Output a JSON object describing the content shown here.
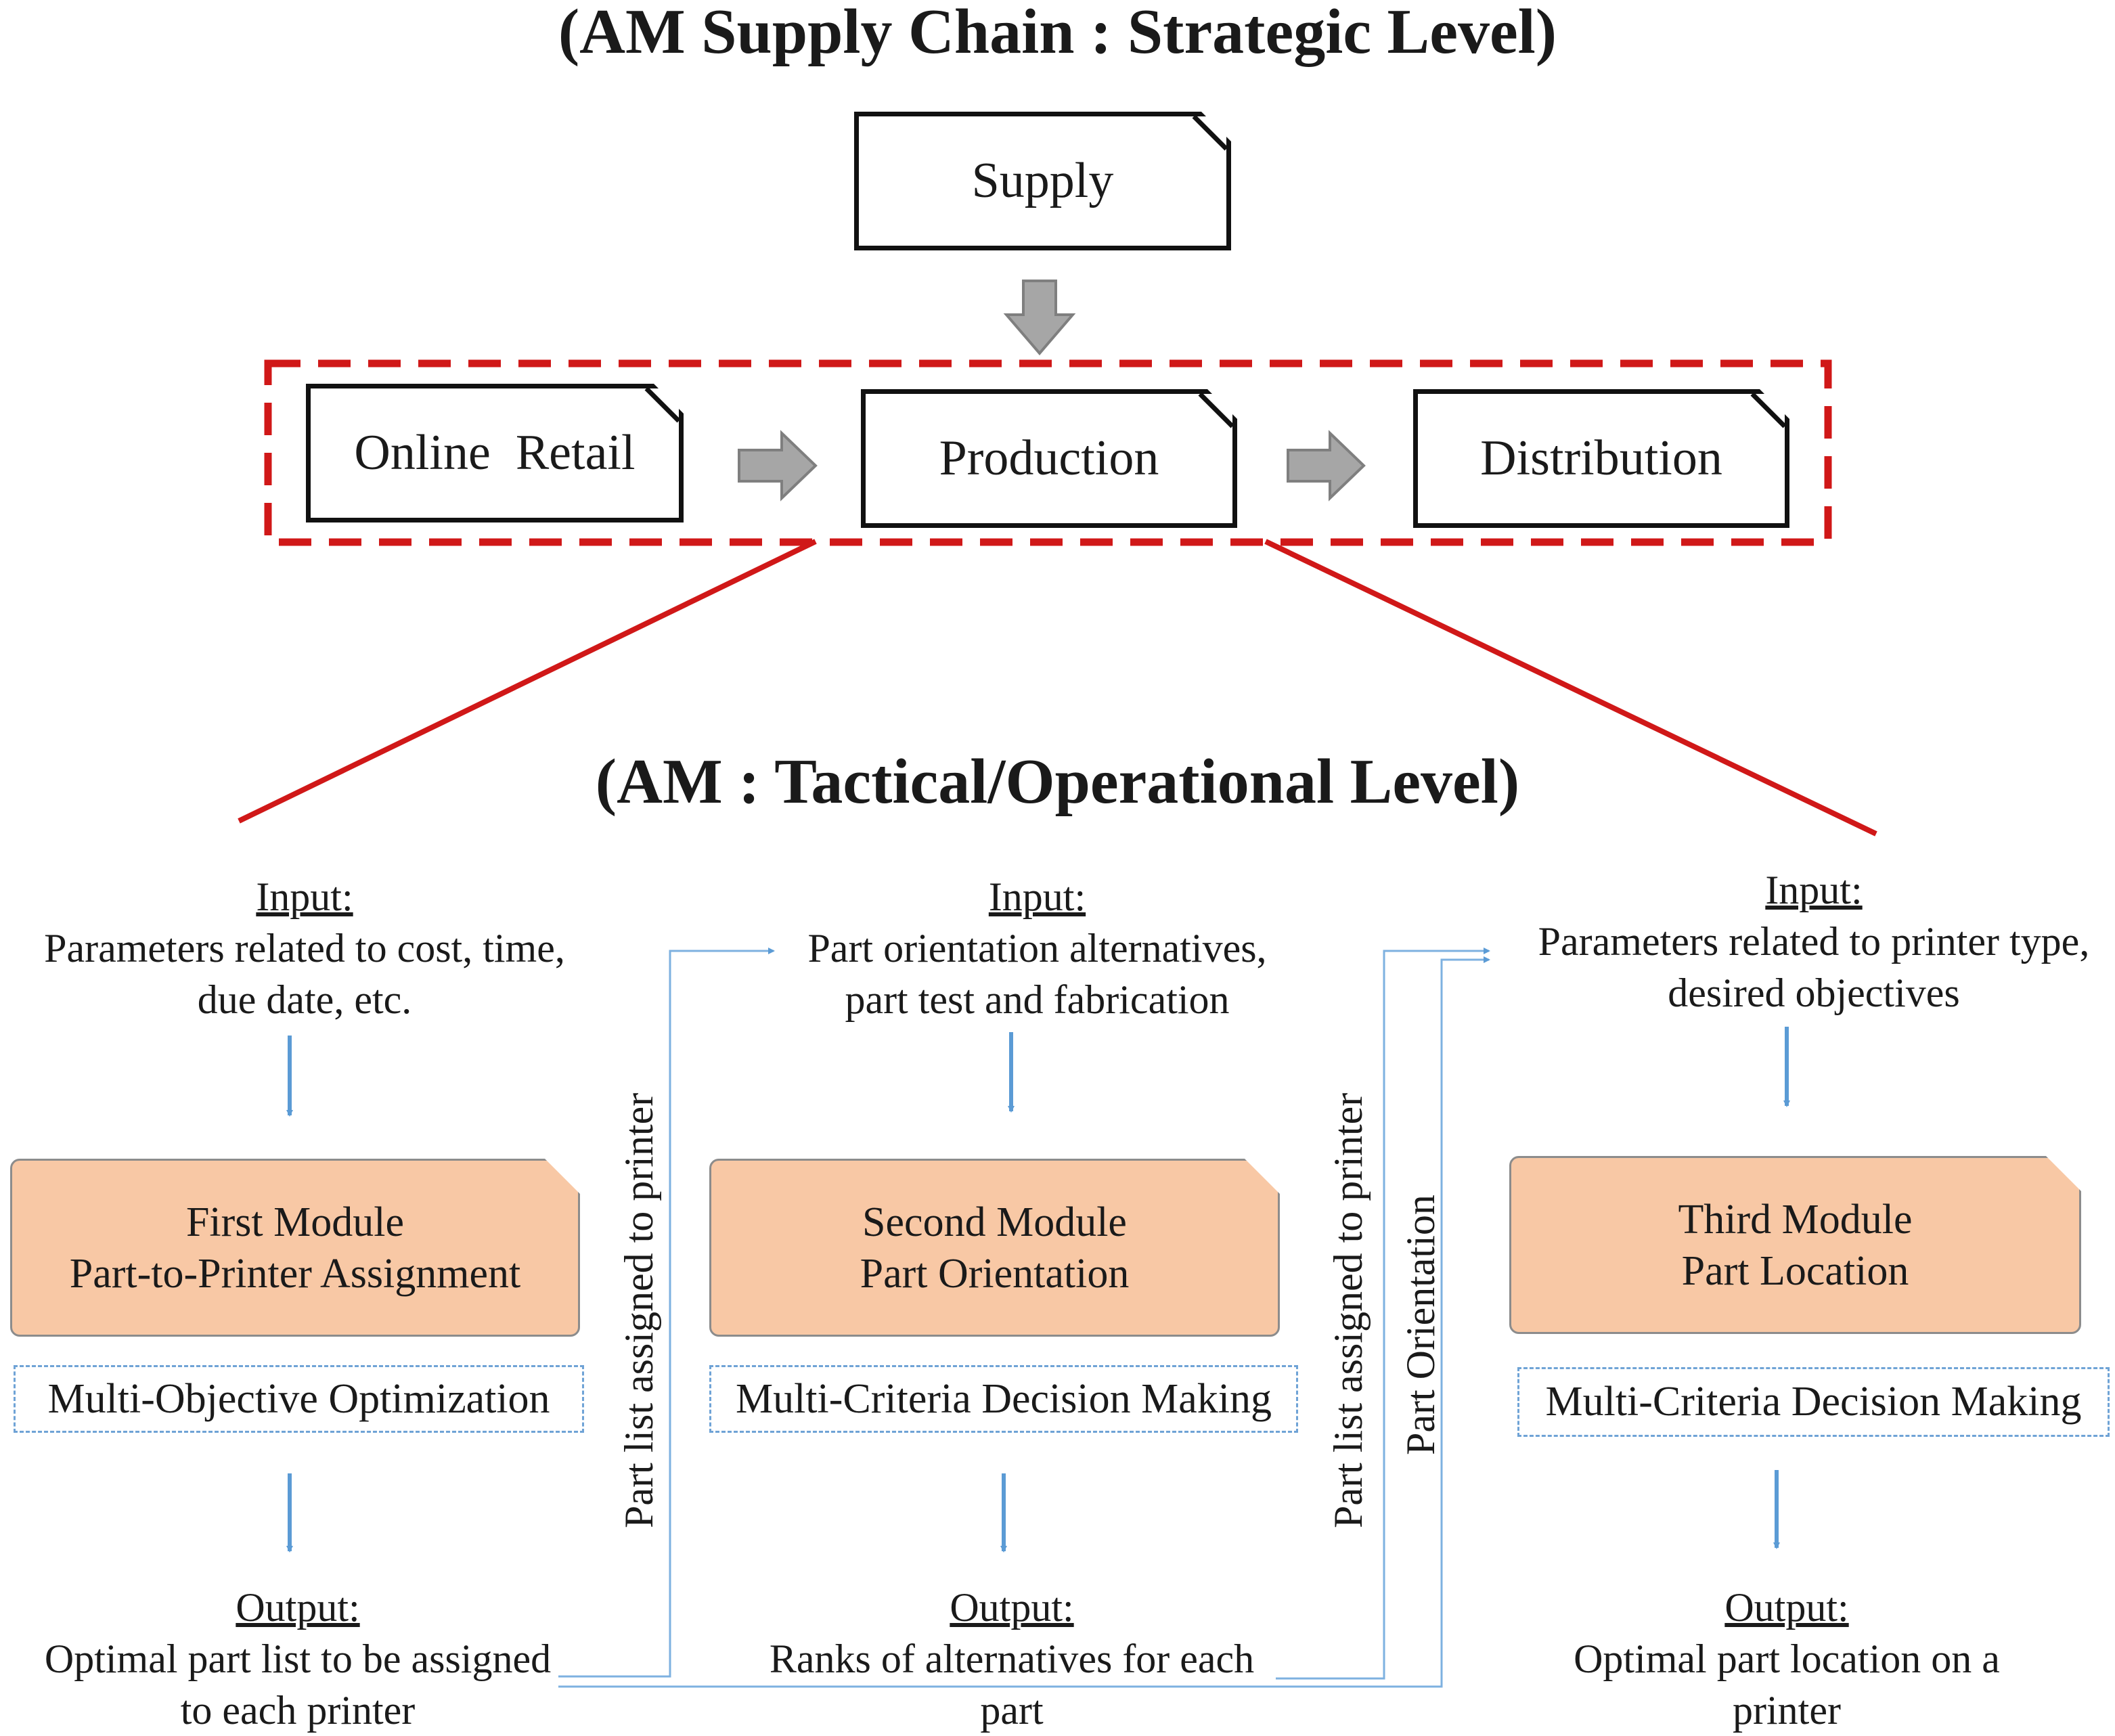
{
  "titles": {
    "strategic": "(AM Supply Chain : Strategic Level)",
    "tactical": "(AM : Tactical/Operational Level)"
  },
  "strategic_boxes": {
    "supply": "Supply",
    "online_retail": "Online  Retail",
    "production": "Production",
    "distribution": "Distribution"
  },
  "modules": [
    {
      "input_label": "Input:",
      "input_text": "Parameters related to cost, time, due date, etc.",
      "name": "First Module",
      "subtitle": "Part-to-Printer Assignment",
      "method": "Multi-Objective Optimization",
      "output_label": "Output:",
      "output_text": "Optimal part list to be assigned to each printer"
    },
    {
      "input_label": "Input:",
      "input_text": "Part orientation alternatives, part test and fabrication",
      "name": "Second Module",
      "subtitle": "Part Orientation",
      "method": "Multi-Criteria Decision Making",
      "output_label": "Output:",
      "output_text": "Ranks of alternatives for each part"
    },
    {
      "input_label": "Input:",
      "input_text": "Parameters related to printer type, desired objectives",
      "name": "Third Module",
      "subtitle": "Part Location",
      "method": "Multi-Criteria Decision Making",
      "output_label": "Output:",
      "output_text": "Optimal part location on a printer"
    }
  ],
  "flow_labels": {
    "first_to_second": "Part list assigned to printer",
    "to_third_list": "Part list assigned to printer",
    "to_third_orientation": "Part Orientation"
  },
  "colors": {
    "highlight_red": "#d01818",
    "flow_blue": "#5b9bd5",
    "module_fill": "#f8c8a5",
    "arrow_gray": "#a6a6a6"
  }
}
